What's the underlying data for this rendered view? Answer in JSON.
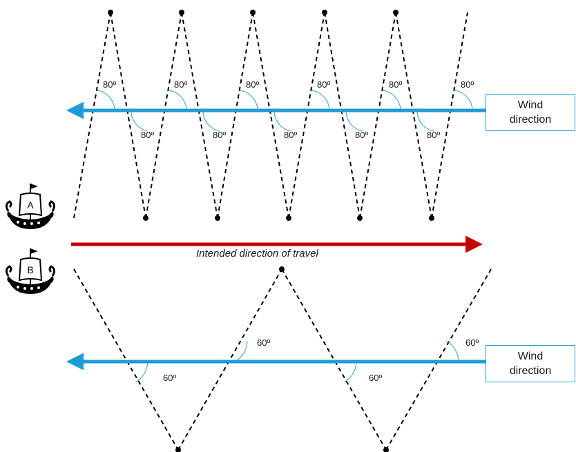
{
  "diagram": {
    "ship_a": {
      "label": "A"
    },
    "ship_b": {
      "label": "B"
    },
    "travel_label": "Intended direction of travel",
    "wind_box_a": {
      "line1": "Wind",
      "line2": "direction"
    },
    "wind_box_b": {
      "line1": "Wind",
      "line2": "direction"
    },
    "angles_a": [
      "80º",
      "80º",
      "80º",
      "80º",
      "80º",
      "80º",
      "80º",
      "80º",
      "80º",
      "80º",
      "80º"
    ],
    "angles_b": [
      "60º",
      "60º",
      "60º",
      "60º"
    ]
  },
  "colors": {
    "wind": "#1f9bd6",
    "travel": "#c00000",
    "line": "#000000"
  },
  "icons": [
    "viking-ship-icon",
    "viking-ship-icon"
  ]
}
